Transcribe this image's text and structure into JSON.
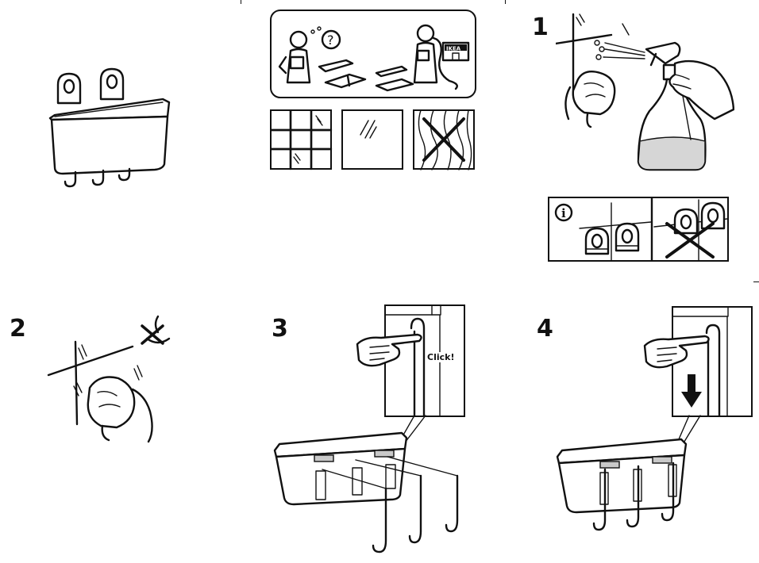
{
  "steps": {
    "s1": "1",
    "s2": "2",
    "s3": "3",
    "s4": "4"
  },
  "brand_sign": "IKEA",
  "click_label": "Click!",
  "info_icon": "i",
  "icons": {
    "question": "?",
    "info": "info-icon",
    "prohibited": "cross-mark-icon"
  },
  "colors": {
    "line": "#111111",
    "water": "#d6d6d6"
  }
}
